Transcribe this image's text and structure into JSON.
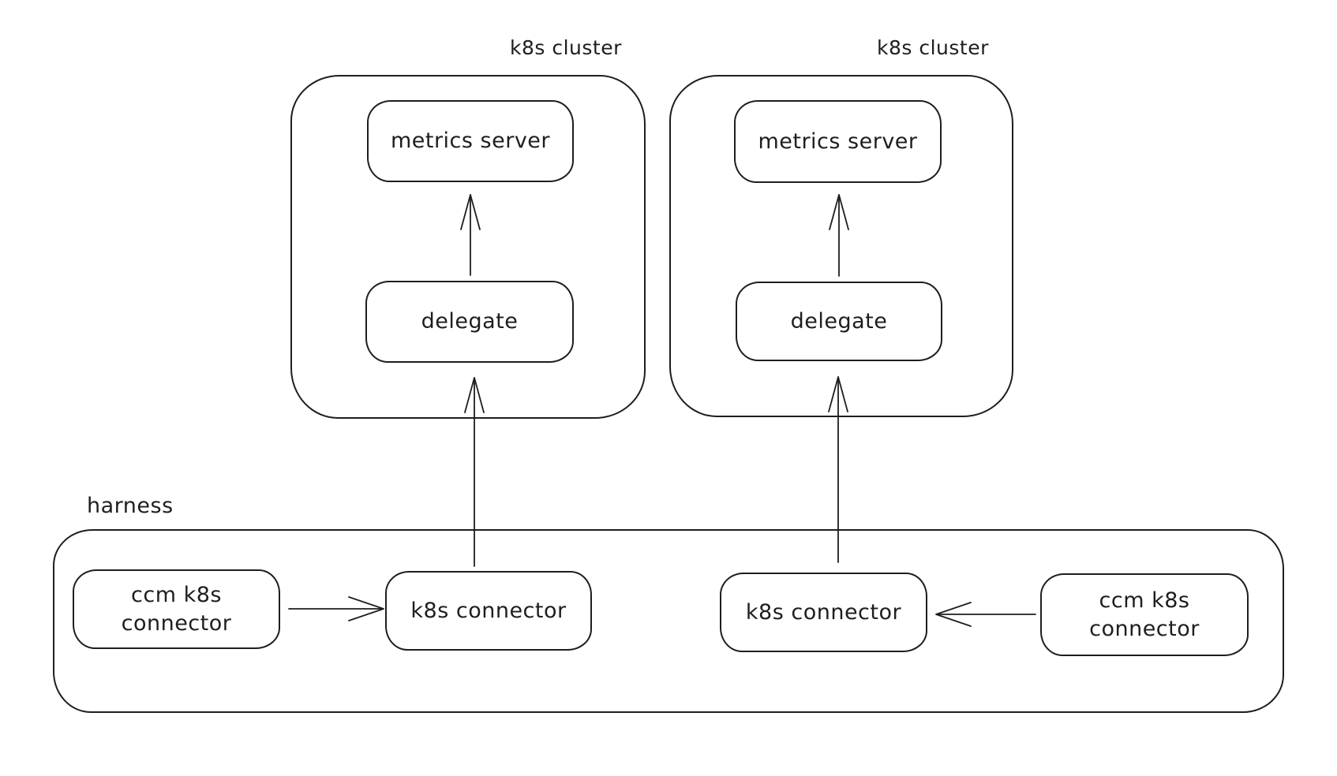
{
  "diagram": {
    "colors": {
      "stroke": "#1e1e1e",
      "background": "#ffffff"
    },
    "clusters": [
      {
        "label": "k8s cluster",
        "nodes": [
          {
            "label": "metrics server"
          },
          {
            "label": "delegate"
          }
        ]
      },
      {
        "label": "k8s cluster",
        "nodes": [
          {
            "label": "metrics server"
          },
          {
            "label": "delegate"
          }
        ]
      }
    ],
    "harness": {
      "label": "harness",
      "nodes": [
        {
          "label": "ccm k8s connector"
        },
        {
          "label": "k8s connector"
        },
        {
          "label": "k8s connector"
        },
        {
          "label": "ccm k8s connector"
        }
      ]
    },
    "edges": [
      {
        "from": "delegate",
        "to": "metrics server",
        "scope": "left k8s cluster"
      },
      {
        "from": "delegate",
        "to": "metrics server",
        "scope": "right k8s cluster"
      },
      {
        "from": "k8s connector",
        "to": "delegate",
        "scope": "harness to left cluster"
      },
      {
        "from": "k8s connector",
        "to": "delegate",
        "scope": "harness to right cluster"
      },
      {
        "from": "ccm k8s connector",
        "to": "k8s connector",
        "scope": "harness left"
      },
      {
        "from": "ccm k8s connector",
        "to": "k8s connector",
        "scope": "harness right"
      }
    ]
  }
}
